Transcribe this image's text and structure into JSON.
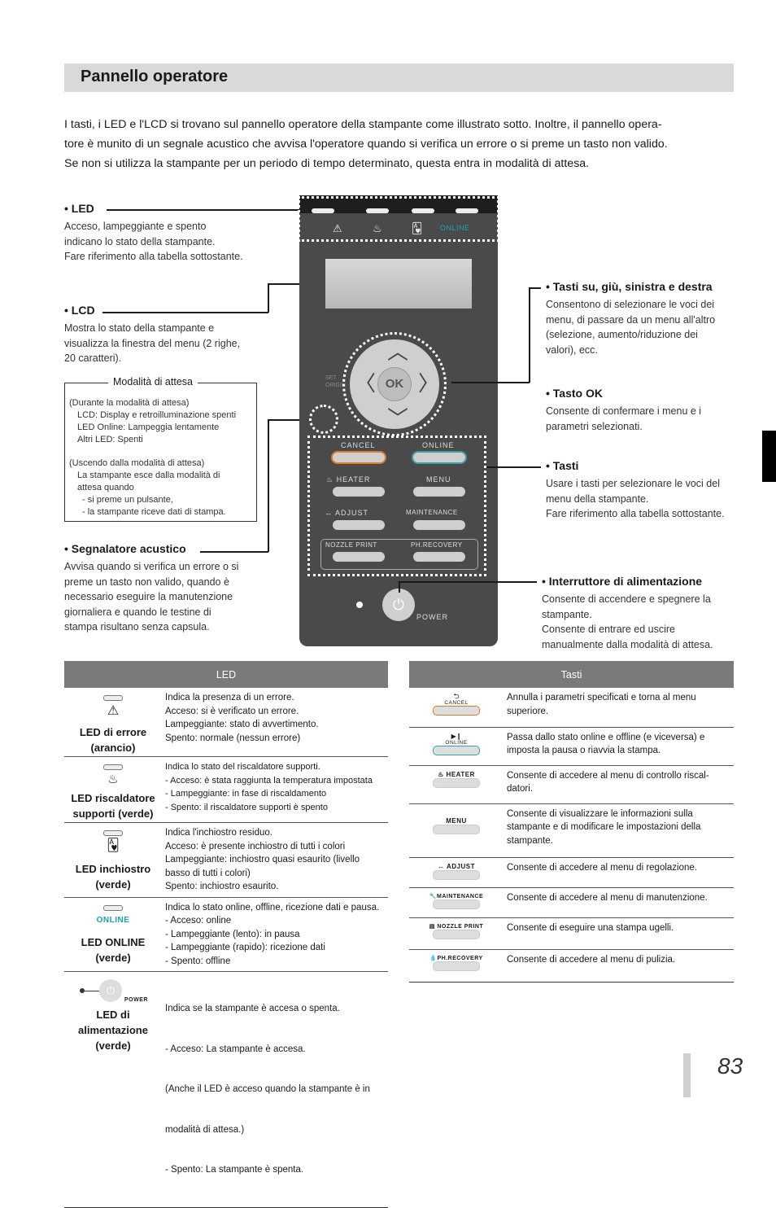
{
  "title": "Pannello operatore",
  "intro": [
    "I tasti, i LED e l'LCD si trovano sul pannello operatore della stampante come illustrato sotto. Inoltre, il pannello opera-",
    "tore è munito di un segnale acustico che avvisa l'operatore quando si verifica un errore o si preme un tasto non valido.",
    "Se non si utilizza la stampante per un periodo di tempo determinato, questa entra in modalità di attesa."
  ],
  "callouts": {
    "led": {
      "heading": "• LED",
      "lines": [
        "Acceso, lampeggiante e spento",
        "indicano lo stato della stampante.",
        "Fare riferimento alla tabella sottostante."
      ]
    },
    "lcd": {
      "heading": "• LCD",
      "lines": [
        "Mostra lo stato della stampante e",
        "visualizza la finestra del menu (2 righe,",
        "20 caratteri)."
      ]
    },
    "buzzer": {
      "heading": "• Segnalatore acustico",
      "lines": [
        "Avvisa quando si verifica un errore o si",
        "preme un tasto non valido, quando è",
        "necessario eseguire la manutenzione",
        "giornaliera e quando le testine di",
        "stampa risultano senza capsula."
      ]
    },
    "arrows": {
      "heading": "• Tasti su, giù, sinistra e destra",
      "lines": [
        "Consentono di selezionare le voci dei",
        "menu, di passare da un menu all'altro",
        "(selezione, aumento/riduzione dei",
        "valori), ecc."
      ]
    },
    "ok": {
      "heading": "• Tasto OK",
      "lines": [
        "Consente di confermare i menu e i",
        "parametri selezionati."
      ]
    },
    "keys": {
      "heading": "• Tasti",
      "lines": [
        "Usare i tasti per selezionare le voci del",
        "menu della stampante.",
        "Fare riferimento alla tabella sottostante."
      ]
    },
    "power": {
      "heading": "• Interruttore di alimentazione",
      "lines": [
        "Consente di accendere e spegnere la",
        "stampante.",
        "Consente di entrare ed uscire",
        "manualmente dalla modalità di attesa."
      ]
    }
  },
  "idle": {
    "title": "Modalità di attesa",
    "lines": [
      "(Durante la modalità di attesa)",
      "   LCD: Display e retroilluminazione spenti",
      "   LED Online: Lampeggia lentamente",
      "   Altri LED: Spenti",
      "",
      "(Uscendo dalla modalità di attesa)",
      "   La stampante esce dalla modalità di",
      "   attesa quando",
      "     - si preme un pulsante,",
      "     - la stampante riceve dati di stampa."
    ]
  },
  "panel": {
    "led_online": "ONLINE",
    "set_origin": "SET\nORIGIN",
    "ok": "OK",
    "keys": {
      "cancel": "CANCEL",
      "online": "ONLINE",
      "heater": "HEATER",
      "menu": "MENU",
      "adjust": "ADJUST",
      "maintenance": "MAINTENANCE",
      "nozzle_print": "NOZZLE PRINT",
      "ph_recovery": "PH.RECOVERY"
    },
    "power": "POWER",
    "colors": {
      "panel": "#4a4a4a",
      "cancel_ring": "#e07a2a",
      "online_ring": "#3aa0a8",
      "online_text": "#1ba0b8"
    }
  },
  "led_table": {
    "header": "LED",
    "rows": [
      {
        "name": [
          "LED di errore",
          "(arancio)"
        ],
        "icon": "warning-icon",
        "desc": [
          "Indica la presenza di un errore.",
          "Acceso: si è verificato un errore.",
          "Lampeggiante: stato di avvertimento.",
          "Spento: normale (nessun errore)"
        ]
      },
      {
        "name": [
          "LED riscaldatore",
          "supporti (verde)"
        ],
        "icon": "heater-icon",
        "desc": [
          "Indica lo stato del riscaldatore supporti.",
          " - Acceso: è stata raggiunta la temperatura impostata",
          " - Lampeggiante: in fase di riscaldamento",
          " - Spento: il riscaldatore supporti è spento"
        ]
      },
      {
        "name": [
          "LED inchiostro",
          "(verde)"
        ],
        "icon": "ink-icon",
        "desc": [
          "Indica l'inchiostro residuo.",
          "Acceso: è presente inchiostro di tutti i colori",
          "Lampeggiante: inchiostro quasi esaurito (livello",
          "basso di tutti i colori)",
          "Spento: inchiostro esaurito."
        ]
      },
      {
        "name": [
          "LED ONLINE",
          "(verde)"
        ],
        "icon": "online-text",
        "icon_text": "ONLINE",
        "desc": [
          "Indica lo stato online, offline, ricezione dati e pausa.",
          " - Acceso: online",
          " - Lampeggiante (lento): in pausa",
          " - Lampeggiante (rapido): ricezione dati",
          " - Spento: offline"
        ]
      },
      {
        "name": [
          "LED di",
          "alimentazione",
          "(verde)"
        ],
        "icon": "power-icon",
        "icon_text": "POWER",
        "desc": [
          "Indica se la stampante è accesa o spenta.",
          "- Acceso: La stampante è accesa.",
          "  (Anche il LED è acceso quando la stampante è in",
          "  modalità di attesa.)",
          "- Spento: La stampante è spenta."
        ]
      }
    ]
  },
  "keys_table": {
    "header": "Tasti",
    "rows": [
      {
        "key": "CANCEL",
        "desc": [
          "Annulla i parametri specificati e torna al menu",
          "superiore."
        ]
      },
      {
        "key": "ONLINE",
        "desc": [
          "Passa dallo stato online e offline (e viceversa) e",
          "imposta la pausa o riavvia la stampa."
        ]
      },
      {
        "key": "HEATER",
        "desc": [
          "Consente di accedere al menu di controllo riscal-",
          "datori."
        ]
      },
      {
        "key": "MENU",
        "desc": [
          "Consente di visualizzare le informazioni sulla",
          "stampante e di modificare le impostazioni della",
          "stampante."
        ]
      },
      {
        "key": "ADJUST",
        "desc": [
          "Consente di accedere al menu di regolazione."
        ]
      },
      {
        "key": "MAINTENANCE",
        "desc": [
          "Consente di accedere al menu di manutenzione."
        ]
      },
      {
        "key": "NOZZLE PRINT",
        "desc": [
          "Consente di eseguire una stampa ugelli."
        ]
      },
      {
        "key": "PH.RECOVERY",
        "desc": [
          "Consente di accedere al menu di pulizia."
        ]
      }
    ]
  },
  "page_number": "83"
}
